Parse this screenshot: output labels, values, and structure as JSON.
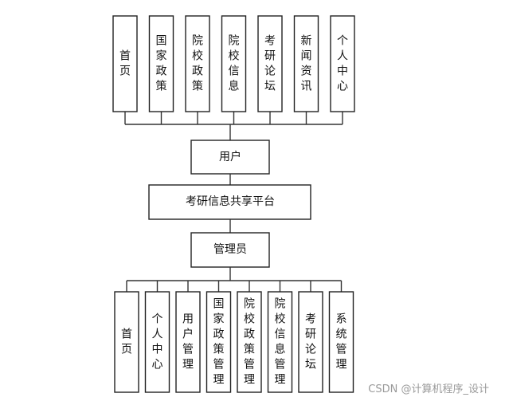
{
  "top_modules": [
    "首页",
    "国家政策",
    "院校政策",
    "院校信息",
    "考研论坛",
    "新闻资讯",
    "个人中心"
  ],
  "user_role": "用户",
  "platform_name": "考研信息共享平台",
  "admin_role": "管理员",
  "admin_modules": [
    "首页",
    "个人中心",
    "用户管理",
    "国家政策管理",
    "院校政策管理",
    "院校信息管理",
    "考研论坛",
    "系统管理"
  ],
  "watermark": "CSDN @计算机程序_设计",
  "colors": {
    "line": "#333333",
    "box_border": "#222222",
    "text": "#111111",
    "watermark": "#9a9a9a"
  }
}
